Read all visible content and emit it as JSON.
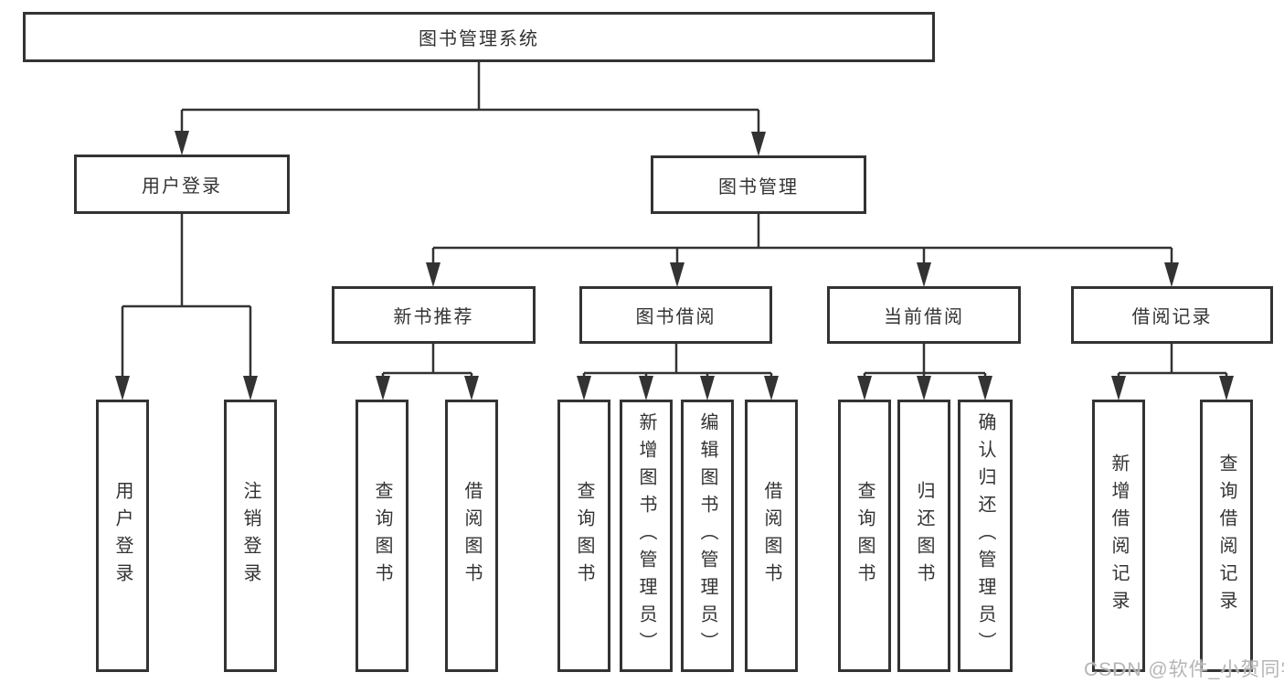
{
  "diagram": {
    "root": {
      "label": "图书管理系统"
    },
    "level2": [
      {
        "id": "user-login",
        "label": "用户登录"
      },
      {
        "id": "book-management",
        "label": "图书管理"
      }
    ],
    "level3": [
      {
        "id": "new-book-recommend",
        "parent": "book-management",
        "label": "新书推荐"
      },
      {
        "id": "book-borrow",
        "parent": "book-management",
        "label": "图书借阅"
      },
      {
        "id": "current-borrow",
        "parent": "book-management",
        "label": "当前借阅"
      },
      {
        "id": "borrow-records",
        "parent": "book-management",
        "label": "借阅记录"
      }
    ],
    "leaves": [
      {
        "parent": "user-login",
        "label": "用户登录"
      },
      {
        "parent": "user-login",
        "label": "注销登录"
      },
      {
        "parent": "new-book-recommend",
        "label": "查询图书"
      },
      {
        "parent": "new-book-recommend",
        "label": "借阅图书"
      },
      {
        "parent": "book-borrow",
        "label": "查询图书"
      },
      {
        "parent": "book-borrow",
        "label": "新增图书（管理员）"
      },
      {
        "parent": "book-borrow",
        "label": "编辑图书（管理员）"
      },
      {
        "parent": "book-borrow",
        "label": "借阅图书"
      },
      {
        "parent": "current-borrow",
        "label": "查询图书"
      },
      {
        "parent": "current-borrow",
        "label": "归还图书"
      },
      {
        "parent": "current-borrow",
        "label": "确认归还（管理员）"
      },
      {
        "parent": "borrow-records",
        "label": "新增借阅记录"
      },
      {
        "parent": "borrow-records",
        "label": "查询借阅记录"
      }
    ]
  },
  "watermark": {
    "text": "CSDN @软件_小贺同学"
  },
  "colors": {
    "line": "#333333",
    "box_border": "#333333",
    "box_fill": "#ffffff",
    "background": "#ffffff",
    "watermark": "#b5b5b5"
  }
}
